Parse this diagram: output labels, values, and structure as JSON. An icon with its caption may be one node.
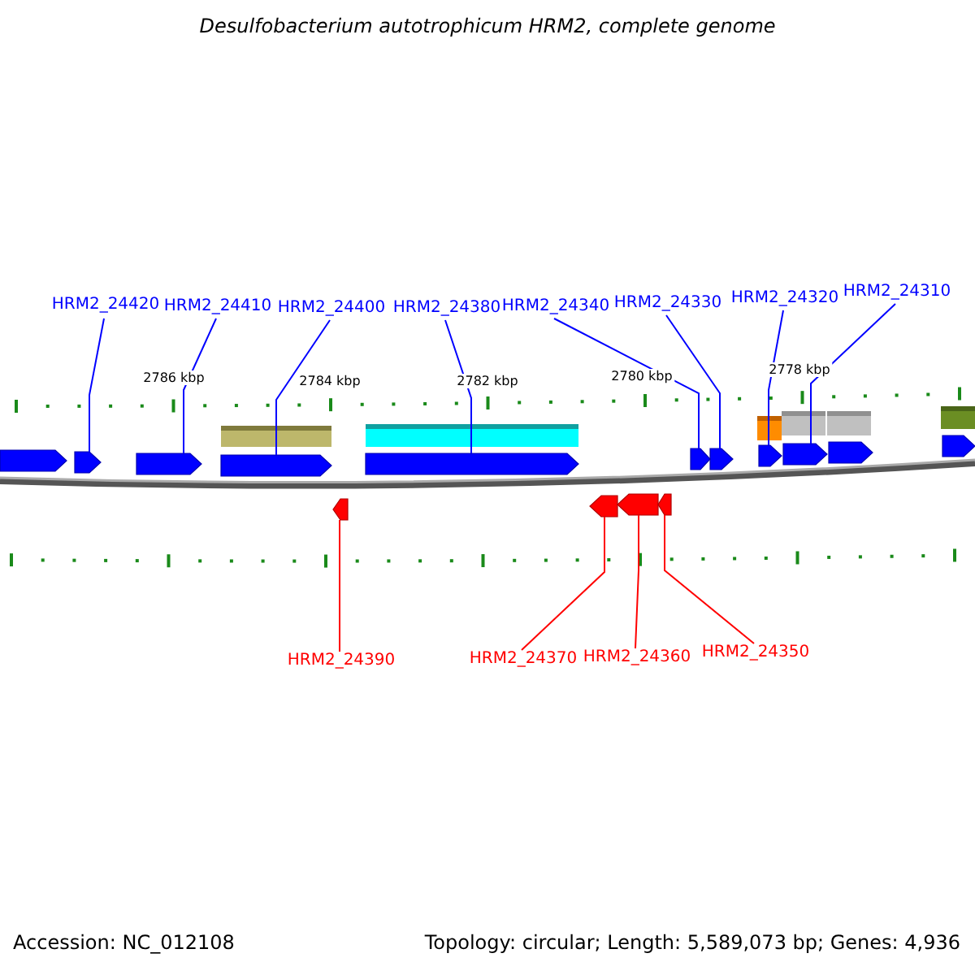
{
  "diagram": {
    "title": "Desulfobacterium autotrophicum HRM2, complete genome",
    "nodes": [
      {
        "text": [
          "HRM2_24420"
        ]
      },
      {
        "text": [
          "HRM2_24410"
        ]
      },
      {
        "text": [
          "HRM2_24400"
        ]
      },
      {
        "text": [
          "HRM2_24380"
        ]
      },
      {
        "text": [
          "HRM2_24340"
        ]
      },
      {
        "text": [
          "HRM2_24330"
        ]
      },
      {
        "text": [
          "HRM2_24320"
        ]
      },
      {
        "text": [
          "HRM2_24310"
        ]
      },
      {
        "text": [
          "HRM2_24390"
        ]
      },
      {
        "text": [
          "HRM2_24370"
        ]
      },
      {
        "text": [
          "HRM2_24360"
        ]
      },
      {
        "text": [
          "HRM2_24350"
        ]
      },
      {
        "text": [],
        "shape": "arrow"
      },
      {
        "text": [],
        "shape": "arrow"
      },
      {
        "text": [],
        "shape": "arrow"
      },
      {
        "text": [],
        "shape": "arrow"
      },
      {
        "text": [],
        "shape": "arrow"
      },
      {
        "text": [],
        "shape": "arrow"
      },
      {
        "text": [],
        "shape": "arrow"
      },
      {
        "text": [],
        "shape": "arrow"
      },
      {
        "text": [],
        "shape": "arrow"
      },
      {
        "text": [],
        "shape": "arrow"
      },
      {
        "text": [],
        "shape": "arrow"
      },
      {
        "text": [],
        "shape": "arrow"
      },
      {
        "text": [],
        "shape": "arrow"
      },
      {
        "text": [],
        "shape": "arrow"
      },
      {
        "text": [],
        "shape": "arrow"
      }
    ],
    "edges": [
      {
        "from": 0,
        "to": 13,
        "arrow": "none"
      },
      {
        "from": 1,
        "to": 14,
        "arrow": "none"
      },
      {
        "from": 2,
        "to": 15,
        "arrow": "none"
      },
      {
        "from": 3,
        "to": 16,
        "arrow": "none"
      },
      {
        "from": 4,
        "to": 17,
        "arrow": "none"
      },
      {
        "from": 5,
        "to": 18,
        "arrow": "none"
      },
      {
        "from": 6,
        "to": 19,
        "arrow": "none"
      },
      {
        "from": 7,
        "to": 20,
        "arrow": "none"
      },
      {
        "from": 8,
        "to": 23,
        "arrow": "none",
        "color": "#ff0000"
      },
      {
        "from": 9,
        "to": 24,
        "arrow": "none",
        "color": "#ff0000"
      },
      {
        "from": 10,
        "to": 25,
        "arrow": "none",
        "color": "#ff0000"
      },
      {
        "from": 11,
        "to": 26,
        "arrow": "none",
        "color": "#ff0000"
      }
    ],
    "labels": [
      "2786 kbp",
      "2784 kbp",
      "2782 kbp",
      "2780 kbp",
      "2778 kbp",
      "Accession: NC_012108",
      "Topology: circular; Length: 5,589,073 bp; Genes: 4,936"
    ]
  }
}
